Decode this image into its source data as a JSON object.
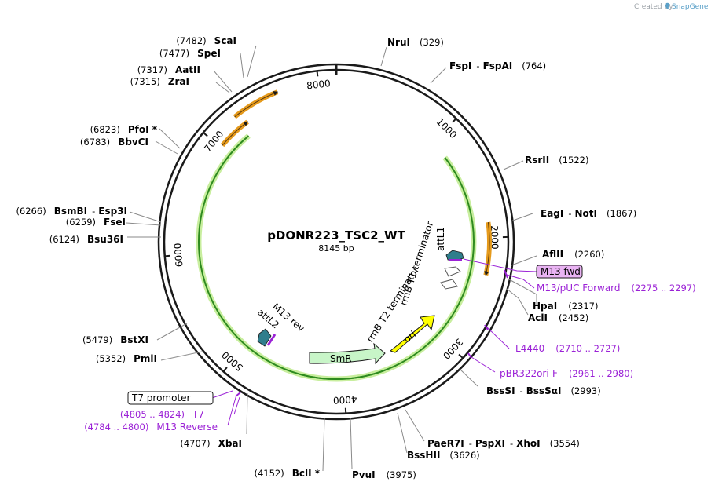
{
  "brand": {
    "created_by": "Created by",
    "name": "SnapGene"
  },
  "plasmid": {
    "name": "pDONR223_TSC2_WT",
    "length": "8145 bp",
    "length_bp": 8145
  },
  "ticks": [
    "1000",
    "2000",
    "3000",
    "4000",
    "5000",
    "6000",
    "7000",
    "8000"
  ],
  "enzymes": {
    "NruI": {
      "name": "NruI",
      "pos": "(329)"
    },
    "FspI": {
      "name": "FspI",
      "sep": "-",
      "name2": "FspAI",
      "pos": "(764)"
    },
    "RsrII": {
      "name": "RsrII",
      "pos": "(1522)"
    },
    "EagI": {
      "name": "EagI",
      "sep": "-",
      "name2": "NotI",
      "pos": "(1867)"
    },
    "AflII": {
      "name": "AflII",
      "pos": "(2260)"
    },
    "HpaI": {
      "name": "HpaI",
      "pos": "(2317)"
    },
    "AclI": {
      "name": "AclI",
      "pos": "(2452)"
    },
    "BssSI": {
      "name": "BssSI",
      "sep": "-",
      "name2": "BssSαI",
      "pos": "(2993)"
    },
    "PaeR7I": {
      "name": "PaeR7I",
      "sep1": "-",
      "name2": "PspXI",
      "sep2": "-",
      "name3": "XhoI",
      "pos": "(3554)"
    },
    "BssHII": {
      "name": "BssHII",
      "pos": "(3626)"
    },
    "PvuI": {
      "name": "PvuI",
      "pos": "(3975)"
    },
    "BclI": {
      "name": "BclI *",
      "pos": "(4152)"
    },
    "XbaI": {
      "name": "XbaI",
      "pos": "(4707)"
    },
    "PmlI": {
      "name": "PmlI",
      "pos": "(5352)"
    },
    "BstXI": {
      "name": "BstXI",
      "pos": "(5479)"
    },
    "Bsu36I": {
      "name": "Bsu36I",
      "pos": "(6124)"
    },
    "FseI": {
      "name": "FseI",
      "pos": "(6259)"
    },
    "BsmBI": {
      "name": "BsmBI",
      "sep": "-",
      "name2": "Esp3I",
      "pos": "(6266)"
    },
    "BbvCI": {
      "name": "BbvCI",
      "pos": "(6783)"
    },
    "PfoI": {
      "name": "PfoI *",
      "pos": "(6823)"
    },
    "ZraI": {
      "name": "ZraI",
      "pos": "(7315)"
    },
    "AatII": {
      "name": "AatII",
      "pos": "(7317)"
    },
    "SpeI": {
      "name": "SpeI",
      "pos": "(7477)"
    },
    "ScaI": {
      "name": "ScaI",
      "pos": "(7482)"
    }
  },
  "primers": {
    "M13fwd": {
      "name": "M13 fwd"
    },
    "M13pUC": {
      "name": "M13/pUC Forward",
      "range": "(2275 .. 2297)"
    },
    "L4440": {
      "name": "L4440",
      "range": "(2710 .. 2727)"
    },
    "pBR322": {
      "name": "pBR322ori-F",
      "range": "(2961 .. 2980)"
    },
    "T7": {
      "name": "T7",
      "range": "(4805 .. 4824)"
    },
    "M13Rev": {
      "name": "M13 Reverse",
      "range": "(4784 .. 4800)"
    },
    "T7promoter": {
      "name": "T7 promoter"
    }
  },
  "features": {
    "attL1": "attL1",
    "rrnBT1": "rrnB T1 terminator",
    "rrnBT2": "rrnB T2 terminator",
    "ori": "ori",
    "SmR": "SmR",
    "M13rev": "M13 rev",
    "attL2": "attL2"
  },
  "colors": {
    "backbone": "#1a1a1a",
    "insert": "#2e8b1f",
    "insert_glow": "#c8ee9e",
    "orf_orange": "#e59a1c",
    "ori": "#ffff00",
    "smr": "#c8f5c8",
    "attl": "#2f7e8c",
    "primer": "#9b22d6",
    "primer_box": "#e9b3f3"
  }
}
